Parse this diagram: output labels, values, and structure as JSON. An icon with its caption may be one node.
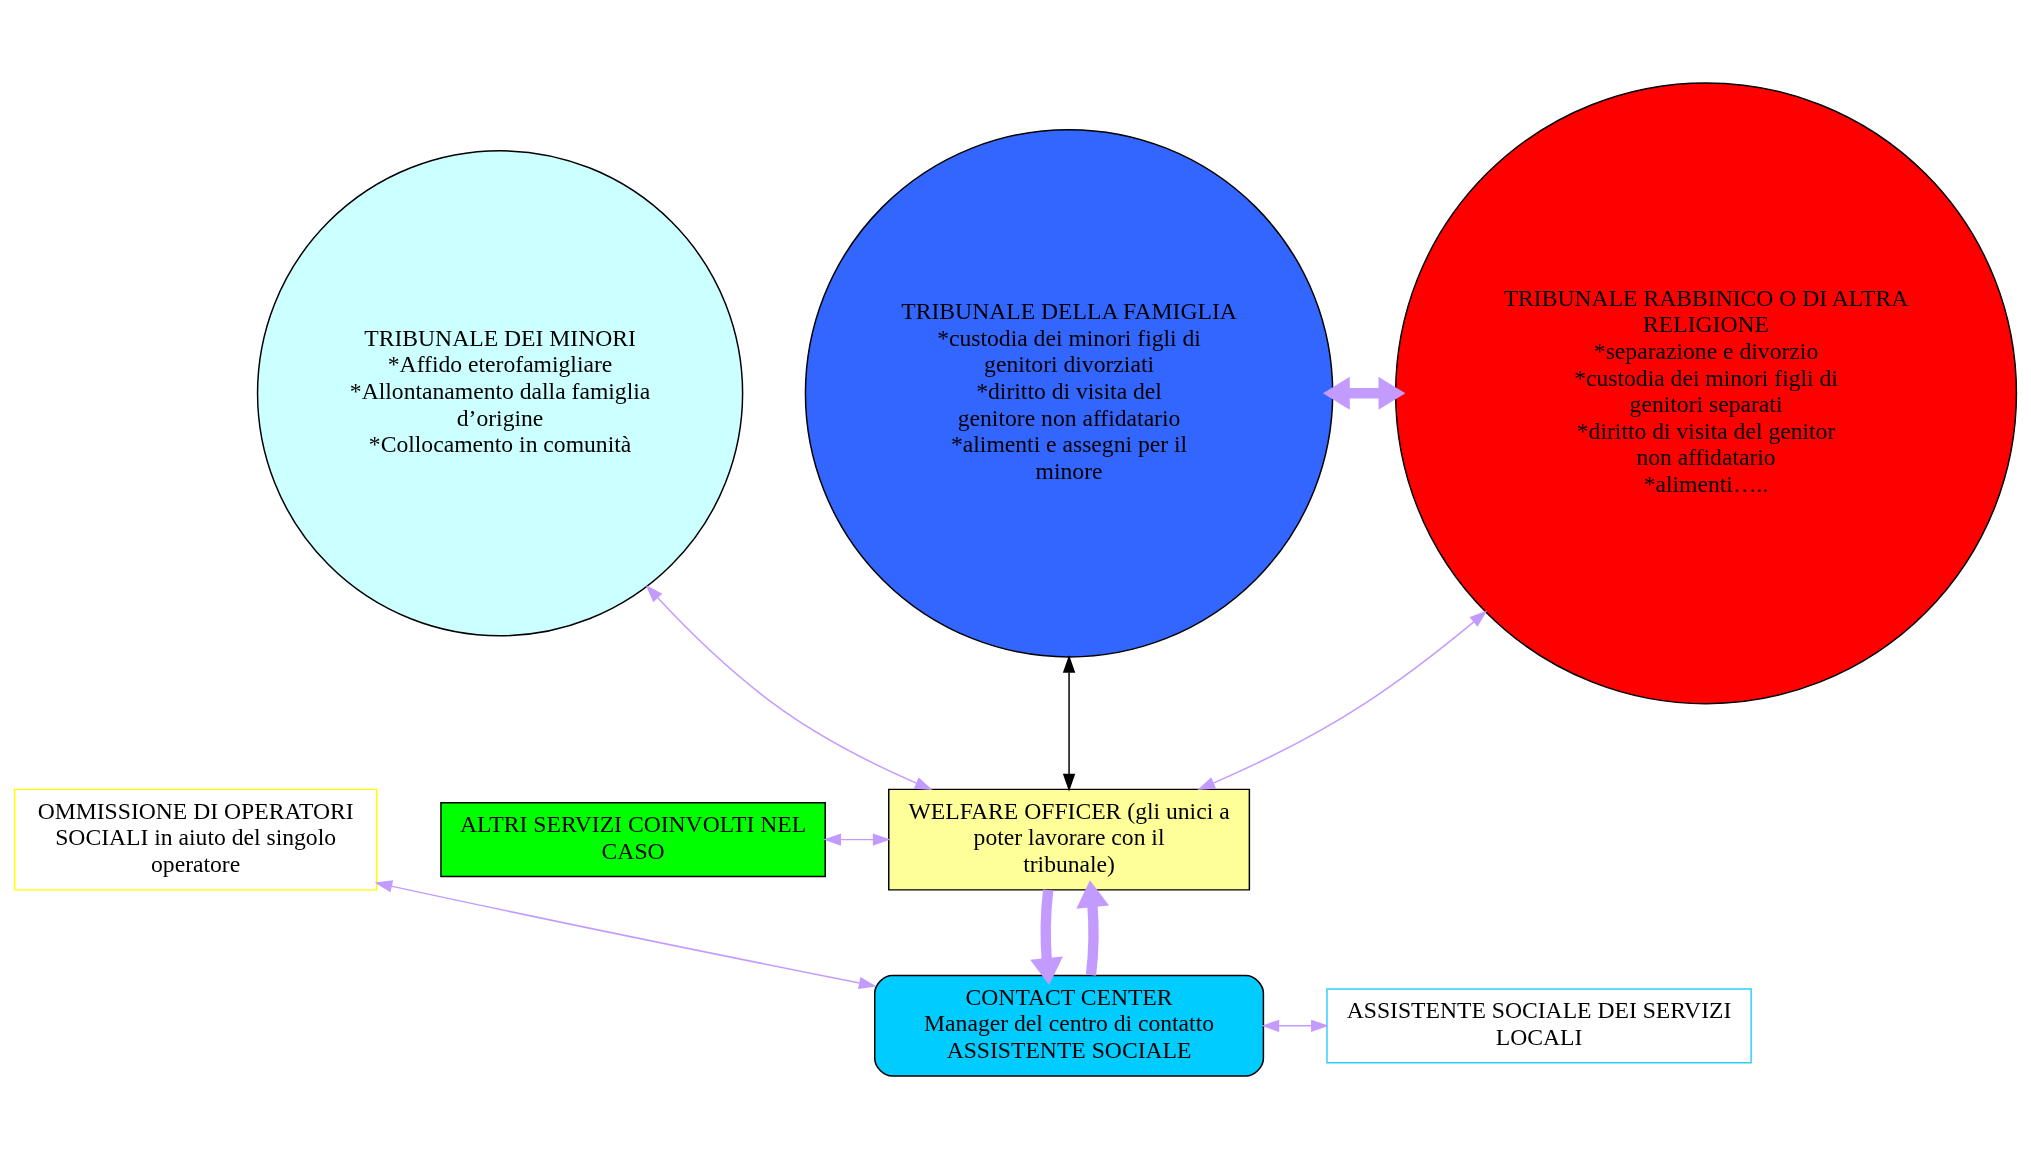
{
  "diagram": {
    "nodes": [
      {
        "text": [
          "TRIBUNALE DEI MINORI",
          "*Affido eterofamigliare",
          "*Allontanamento dalla famiglia d’origine",
          "*Collocamento in comunità"
        ]
      },
      {
        "text": [
          "TRIBUNALE DELLA FAMIGLIA",
          "*custodia dei minori figli di genitori divorziati",
          "*diritto di visita del genitore non affidatario",
          "*alimenti e assegni per il minore"
        ]
      },
      {
        "text": [
          "TRIBUNALE RABBINICO O DI ALTRA RELIGIONE",
          "*separazione e divorzio",
          "*custodia dei minori figli di genitori separati",
          "*diritto di visita del genitor non affidatario",
          "*alimenti….."
        ]
      },
      {
        "text": [
          "ALTRI SERVIZI COINVOLTI NEL CASO"
        ]
      },
      {
        "text": [
          "WELFARE OFFICER (gli unici a poter lavorare con il tribunale)"
        ]
      },
      {
        "text": [
          "OMMISSIONE DI OPERATORI SOCIALI in aiuto del singolo operatore"
        ]
      },
      {
        "text": [
          "CONTACT CENTER",
          "Manager del centro di contatto",
          "ASSISTENTE SOCIALE"
        ]
      },
      {
        "text": [
          "ASSISTENTE SOCIALE DEI SERVIZI LOCALI"
        ]
      }
    ],
    "edges": [
      {
        "from": 1,
        "to": 2,
        "arrow": "both",
        "style": "thick"
      },
      {
        "from": 0,
        "to": 4,
        "arrow": "both"
      },
      {
        "from": 1,
        "to": 4,
        "arrow": "both",
        "color": "#000000"
      },
      {
        "from": 2,
        "to": 4,
        "arrow": "both"
      },
      {
        "from": 3,
        "to": 4,
        "arrow": "both"
      },
      {
        "from": 6,
        "to": 4,
        "arrow": "to",
        "style": "thick"
      },
      {
        "from": 4,
        "to": 6,
        "arrow": "to",
        "style": "thick"
      },
      {
        "from": 5,
        "to": 6,
        "arrow": "both"
      },
      {
        "from": 6,
        "to": 7,
        "arrow": "both"
      }
    ]
  }
}
